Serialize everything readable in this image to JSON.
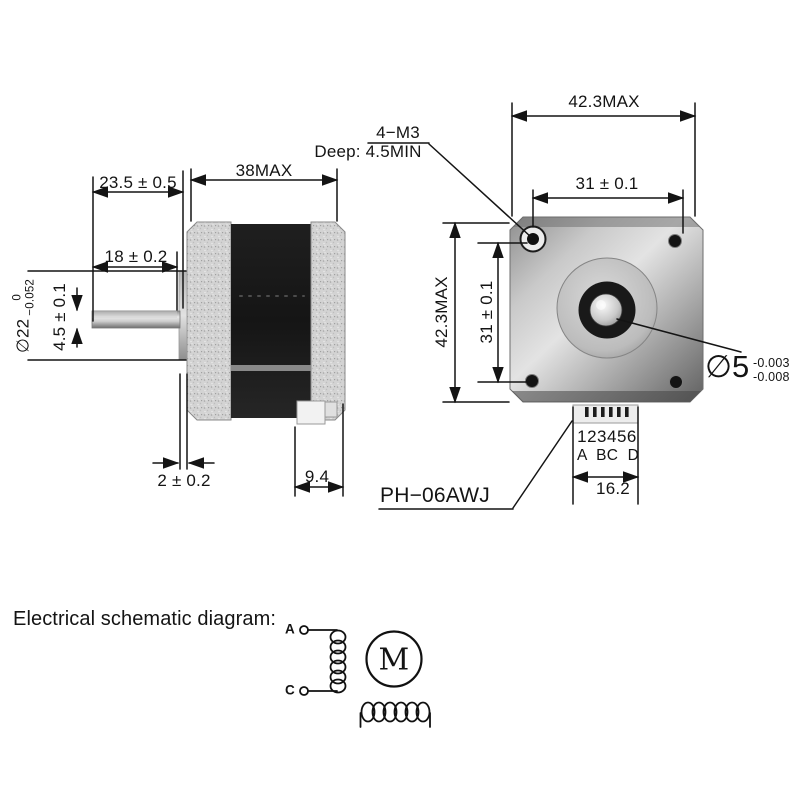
{
  "page": {
    "background": "#ffffff",
    "line_color": "#141414"
  },
  "side_view": {
    "dim_shaft_total": "23.5 ± 0.5",
    "dim_body": "38MAX",
    "dim_shaft_exposed": "18 ± 0.2",
    "dim_flat": "4.5 ± 0.1",
    "dim_pilot": "∅22",
    "pilot_tol_upper": "0",
    "pilot_tol_lower": "−0.052",
    "dim_boss": "2 ± 0.2",
    "dim_connector": "9.4"
  },
  "front_view": {
    "dim_width": "42.3MAX",
    "dim_holes_h": "31 ± 0.1",
    "dim_height": "42.3MAX",
    "dim_holes_v": "31 ± 0.1",
    "holes_label": "4−M3",
    "holes_depth": "Deep: 4.5MIN",
    "shaft_label": "∅5",
    "shaft_tol_upper": "-0.003",
    "shaft_tol_lower": "-0.008",
    "pins_numbers": "123456",
    "pins_letters": "A BC D",
    "dim_conn_width": "16.2",
    "connector_label": "PH−06AWJ"
  },
  "schematic": {
    "title": "Electrical schematic diagram:",
    "terminal_a": "A",
    "terminal_c": "C",
    "motor": "M"
  }
}
